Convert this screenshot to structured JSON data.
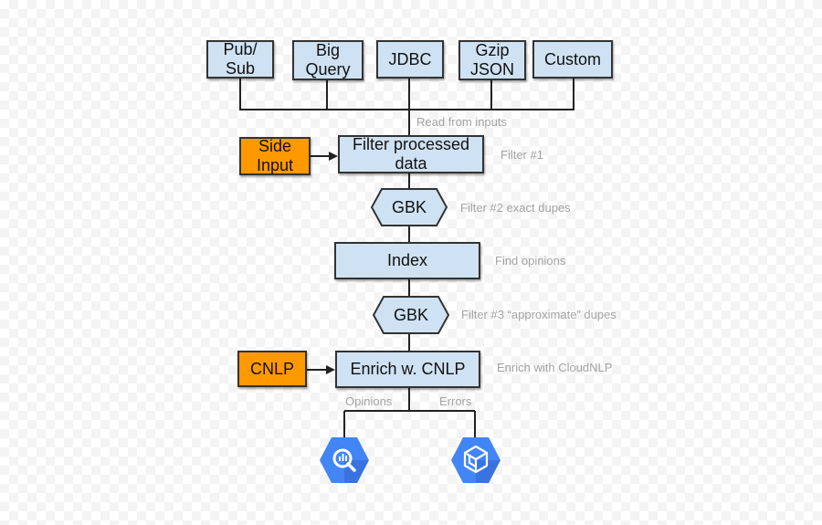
{
  "inputs": [
    {
      "label": "Pub/\nSub"
    },
    {
      "label": "Big\nQuery"
    },
    {
      "label": "JDBC"
    },
    {
      "label": "Gzip\nJSON"
    },
    {
      "label": "Custom"
    }
  ],
  "steps": {
    "side_input": "Side\nInput",
    "filter_processed": "Filter processed\ndata",
    "gbk_1": "GBK",
    "index": "Index",
    "gbk_2": "GBK",
    "cnlp": "CNLP",
    "enrich": "Enrich w. CNLP"
  },
  "annotations": {
    "read_from_inputs": "Read from inputs",
    "filter_1": "Filter #1",
    "filter_2": "Filter #2 exact dupes",
    "find_opinions": "Find opinions",
    "filter_3": "Filter #3 “approximate” dupes",
    "enrich_cloudnlp": "Enrich with CloudNLP",
    "opinions": "Opinions",
    "errors": "Errors"
  },
  "icons": {
    "sink_left": "bigquery-icon",
    "sink_right": "cloud-storage-icon"
  },
  "colors": {
    "node_fill": "#cfe2f3",
    "node_border": "#333333",
    "side_input_fill": "#ff9900",
    "note_text": "#a3a3a3",
    "gcp_blue": "#4285f4"
  }
}
